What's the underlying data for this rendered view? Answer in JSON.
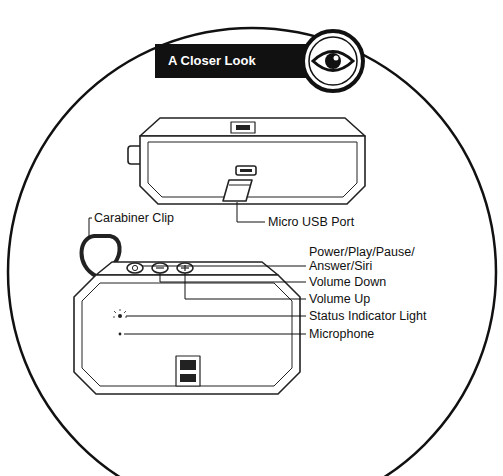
{
  "diagram": {
    "title": "A Closer Look",
    "labels": [
      "Micro USB Port",
      "Carabiner Clip",
      "Power/Play/Pause/ Answer/Siri",
      "Volume Down",
      "Volume Up",
      "Status Indicator Light",
      "Microphone"
    ]
  }
}
